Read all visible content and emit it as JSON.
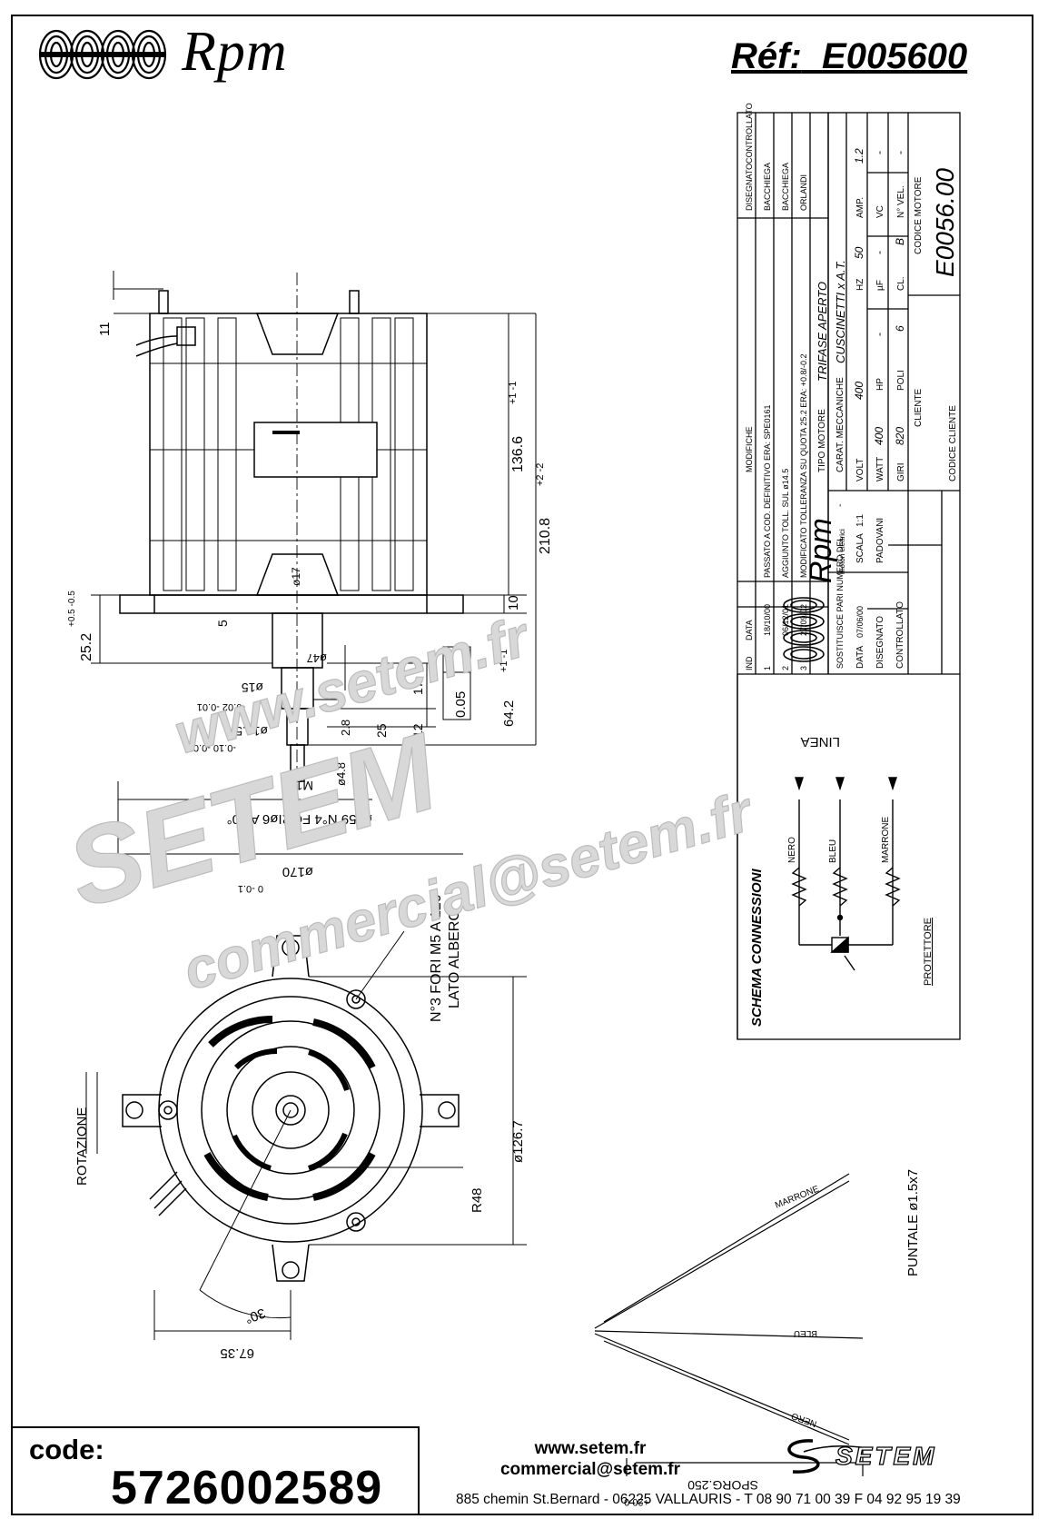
{
  "header": {
    "brand": "Rpm",
    "ref_label": "Réf:",
    "ref_value": "E005600"
  },
  "title_block": {
    "revisions": [
      {
        "num": "3",
        "date": "27/09/02",
        "text": "MODIFICATO TOLLERANZA SU QUOTA 25.2 ERA: +0.8/-0.2",
        "drawn": "ORLANDI",
        "checked": ""
      },
      {
        "num": "2",
        "date": "06/12/01",
        "text": "AGGIUNTO TOLL. SUL ø14.5",
        "drawn": "BACCHIEGA",
        "checked": ""
      },
      {
        "num": "1",
        "date": "18/10/00",
        "text": "PASSATO A COD. DEFINITIVO ERA: SPE0161",
        "drawn": "BACCHIEGA",
        "checked": ""
      }
    ],
    "rev_headers": {
      "num": "IND",
      "date": "DATA",
      "text": "MODIFICHE",
      "drawn": "DISEGNATO",
      "checked": "CONTROLLATO"
    },
    "tipo_motore_label": "TIPO MOTORE",
    "tipo_motore_value": "TRIFASE APERTO",
    "carat_label": "CARAT. MECCANICHE",
    "carat_value": "CUSCINETTI x A.T.",
    "volt_label": "VOLT",
    "volt_value": "400",
    "hz_label": "HZ",
    "hz_value": "50",
    "amp_label": "AMP.",
    "amp_value": "1.2",
    "watt_label": "WATT",
    "watt_value": "400",
    "hp_label": "HP",
    "hp_value": "-",
    "uf_label": "µF",
    "uf_value": "-",
    "vc_label": "VC",
    "vc_value": "-",
    "giri_label": "GIRI",
    "giri_value": "820",
    "poli_label": "POLI",
    "poli_value": "6",
    "cl_label": "CL.",
    "cl_value": "B",
    "nvel_label": "N° VEL.",
    "nvel_value": "-",
    "cliente_label": "CLIENTE",
    "codice_motore_label": "CODICE MOTORE",
    "codice_motore_value": "E0056.00",
    "codice_cliente_label": "CODICE CLIENTE",
    "sostituisce_label": "SOSTITUISCE PARI NUMERO DEL",
    "sostituisce_value": "-",
    "data_label": "DATA",
    "data_value": "07/06/00",
    "scala_label": "SCALA",
    "scala_value": "1:1",
    "disegnato_label": "DISEGNATO",
    "disegnato_value": "PADOVANI",
    "controllato_label": "CONTROLLATO",
    "company_small": "motori elettrici"
  },
  "schema": {
    "title": "SCHEMA CONNESSIONI",
    "linea": "LINEA",
    "wires": [
      "NERO",
      "BLEU",
      "MARRONE"
    ],
    "protettore": "PROTETTORE"
  },
  "dimensions": {
    "d11": "11",
    "d136": "136.6",
    "d136_tol": "+1  -1",
    "d210": "210.8",
    "d210_tol": "+2  -2",
    "d10": "10",
    "d5": "5",
    "d25": "25.2",
    "d25_tol": "+0.5  -0.5",
    "d17": "ø17",
    "d47": "ø47",
    "d64": "64.2",
    "d64_tol": "+1  -1",
    "d005": "0.05",
    "d15": "ø15",
    "d15_tol": "-0.02  -0.01",
    "d145": "ø14.5",
    "d145_tol": "-0.10  -0.05",
    "d28": "2.8",
    "d48": "ø4.8",
    "d12": "12",
    "d17v": "17",
    "d25v": "25",
    "m12": "M12",
    "d159": "ø159 N°4 FORIø6 A 90°",
    "d170": "ø170",
    "d170_tol": "0  -0.1",
    "fori": "N°3 FORI M5 A 120°",
    "lato": "LATO ALBERO",
    "d1267": "ø126.7",
    "r48": "R48",
    "rotazione": "ROTAZIONE",
    "angle": "30°",
    "d6735": "67.35",
    "puntale": "PUNTALE ø1.5x7",
    "sporg": "SPORG.250",
    "sporg_tol": "+20  0",
    "lead_wires": [
      "MARRONE",
      "BLEU",
      "NERO"
    ]
  },
  "watermark": {
    "line1": "www.setem.fr",
    "line2": "SETEM",
    "line3": "commercial@setem.fr"
  },
  "footer": {
    "code_label": "code:",
    "code_value": "5726002589",
    "website": "www.setem.fr",
    "email": "commercial@setem.fr",
    "address": "885 chemin St.Bernard  -  06225 VALLAURIS  -  T 08 90 71 00 39   F 04 92 95 19 39",
    "setem_logo": "SETEM"
  }
}
